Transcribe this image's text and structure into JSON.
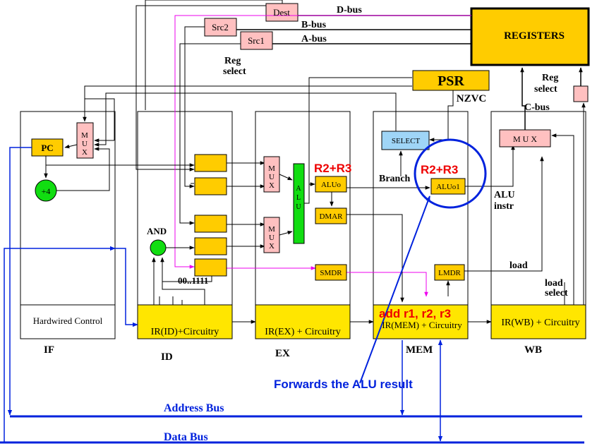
{
  "colors": {
    "yellow": "#ffe600",
    "gold": "#ffcc00",
    "pink": "#ffc0c0",
    "green": "#11dd11",
    "sky": "#9fd5f7",
    "blue": "#0022dd",
    "red": "#ee0000",
    "magenta": "#ee00ee",
    "black": "#000000"
  },
  "registers": {
    "label": "REGISTERS"
  },
  "psr": {
    "label": "PSR",
    "flags": "NZVC"
  },
  "buses": {
    "d_bus": "D-bus",
    "b_bus": "B-bus",
    "a_bus": "A-bus",
    "c_bus": "C-bus",
    "address_bus": "Address Bus",
    "data_bus": "Data Bus"
  },
  "fields": {
    "dest": "Dest",
    "src2": "Src2",
    "src1": "Src1"
  },
  "labels": {
    "reg_select_top": [
      "Reg",
      "select"
    ],
    "reg_select_right": [
      "Reg",
      "select"
    ],
    "load": "load",
    "load_select": [
      "load",
      "select"
    ],
    "alu_instr": [
      "ALU",
      "instr"
    ],
    "branch": "Branch",
    "and": "AND",
    "mask": "00..1111"
  },
  "stages": {
    "if": {
      "label": "IF",
      "control": "Hardwired Control"
    },
    "id": {
      "label": "ID",
      "ir": "IR(ID)+Circuitry"
    },
    "ex": {
      "label": "EX",
      "ir": "IR(EX) + Circuitry"
    },
    "mem": {
      "label": "MEM",
      "ir": "IR(MEM) + Circuitry"
    },
    "wb": {
      "label": "WB",
      "ir": "IR(WB) + Circuitry"
    }
  },
  "components": {
    "pc": "PC",
    "plus4": "+4",
    "mux_if": [
      "M",
      "U",
      "X"
    ],
    "mux_ex1": [
      "M",
      "U",
      "X"
    ],
    "mux_ex2": [
      "M",
      "U",
      "X"
    ],
    "mux_wb": "M U X",
    "alu": [
      "A",
      "L",
      "U"
    ],
    "aluo": "ALUo",
    "aluo1": "ALUo1",
    "dmar": "DMAR",
    "smdr": "SMDR",
    "lmdr": "LMDR",
    "select": "SELECT"
  },
  "annotations": {
    "r2r3_ex": "R2+R3",
    "r2r3_mem": "R2+R3",
    "instruction": "add r1, r2, r3",
    "forwards": "Forwards the ALU result"
  }
}
